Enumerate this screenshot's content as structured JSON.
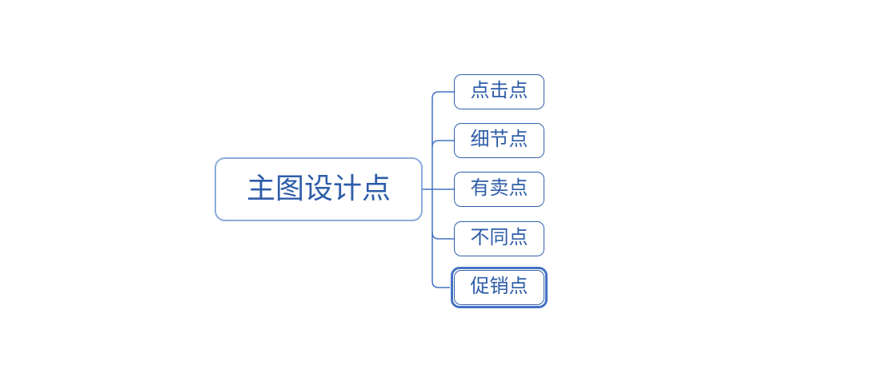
{
  "diagram_type": "mindmap",
  "mindmap": {
    "root": {
      "label": "主图设计点"
    },
    "children": [
      {
        "label": "点击点",
        "selected": false
      },
      {
        "label": "细节点",
        "selected": false
      },
      {
        "label": "有卖点",
        "selected": false
      },
      {
        "label": "不同点",
        "selected": false
      },
      {
        "label": "促销点",
        "selected": true
      }
    ],
    "colors": {
      "canvas_bg": "#ffffff",
      "root_border": "#8CACDB",
      "child_border": "#3161AD",
      "branch_line": "#4472C4",
      "selection_border": "#4472C4",
      "text_color": "#2E5CA8"
    }
  }
}
